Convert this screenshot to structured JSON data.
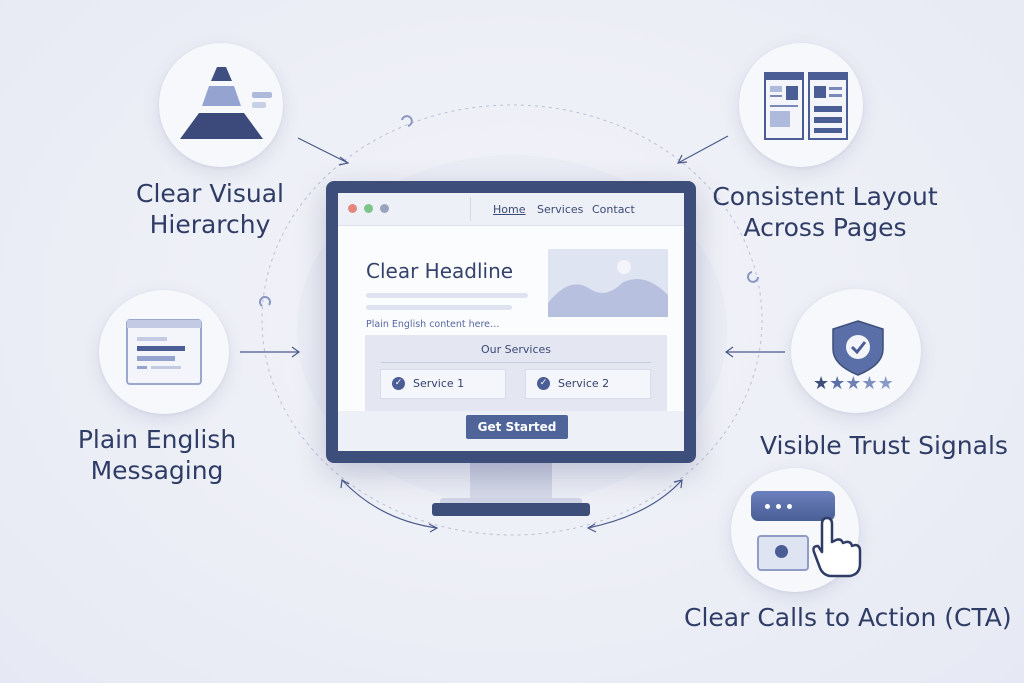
{
  "features": {
    "hierarchy": {
      "line1": "Clear Visual",
      "line2": "Hierarchy"
    },
    "layout": {
      "line1": "Consistent Layout",
      "line2": "Across Pages"
    },
    "messaging": {
      "line1": "Plain English",
      "line2": "Messaging"
    },
    "trust": {
      "line1": "Visible Trust Signals"
    },
    "cta": {
      "line1": "Clear Calls to Action (CTA)"
    }
  },
  "mockup": {
    "nav": [
      "Home",
      "Services",
      "Contact"
    ],
    "headline": "Clear Headline",
    "body_text": "Plain English content here…",
    "services_title": "Our Services",
    "services": [
      "Service 1",
      "Service 2"
    ],
    "cta_button": "Get Started"
  },
  "colors": {
    "navy": "#3e4e7a",
    "accent": "#4f6499",
    "background": "#eceef6",
    "window_dot_red": "#e5857c",
    "window_dot_green": "#7cc48a",
    "window_dot_gray": "#9aa3bd"
  },
  "icons": [
    "pyramid-icon",
    "page-layout-icon",
    "text-page-icon",
    "shield-check-icon",
    "star-rating-icon",
    "chat-click-icon"
  ]
}
